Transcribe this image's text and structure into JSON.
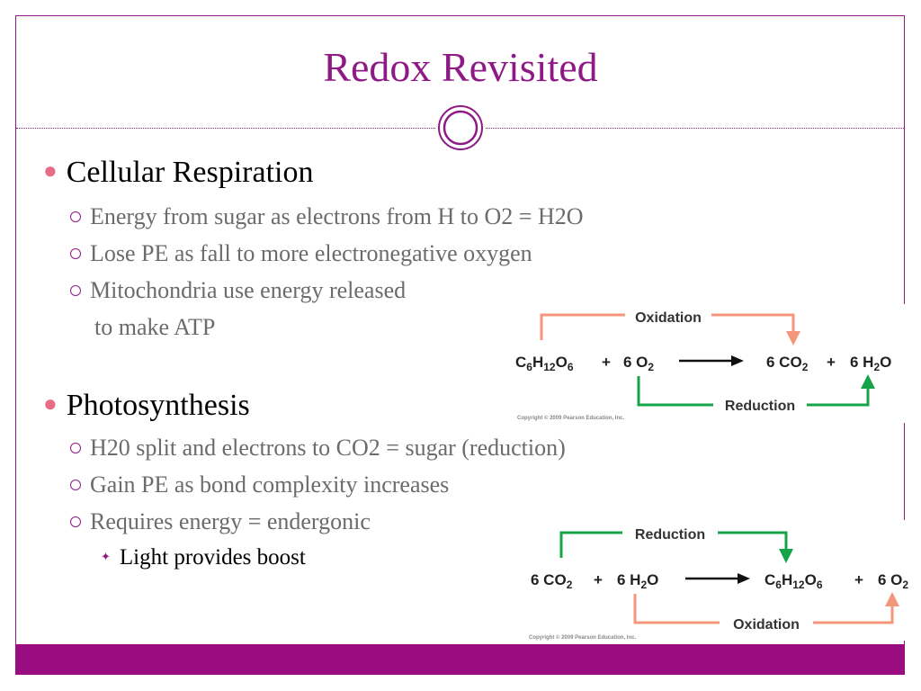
{
  "title": "Redox Revisited",
  "colors": {
    "accent": "#8e1a86",
    "band": "#990d80",
    "bullet": "#e96c86",
    "oxidation_arrow": "#f4967a",
    "reduction_arrow": "#16a34a"
  },
  "sections": [
    {
      "heading": "Cellular Respiration",
      "items": [
        "Energy from sugar as electrons from H to O2 = H2O",
        "Lose PE as fall to more electronegative oxygen",
        "Mitochondria use energy released",
        "to make ATP"
      ]
    },
    {
      "heading": "Photosynthesis",
      "items": [
        "H20 split and electrons to CO2 = sugar (reduction)",
        "Gain PE as bond complexity increases",
        "Requires energy = endergonic"
      ],
      "subitems": [
        "Light provides boost"
      ]
    }
  ],
  "diagram1": {
    "top_label": "Oxidation",
    "bottom_label": "Reduction",
    "reactant1": {
      "base": "C",
      "s1": "6",
      "b2": "H",
      "s2": "12",
      "b3": "O",
      "s3": "6"
    },
    "plus1": "+",
    "reactant2": {
      "coef": "6 O",
      "sub": "2"
    },
    "product1": {
      "coef": "6 CO",
      "sub": "2"
    },
    "plus2": "+",
    "product2": {
      "coef": "6 H",
      "sub": "2",
      "tail": "O"
    },
    "copyright": "Copyright © 2009 Pearson Education, Inc."
  },
  "diagram2": {
    "top_label": "Reduction",
    "bottom_label": "Oxidation",
    "reactant1": {
      "coef": "6 CO",
      "sub": "2"
    },
    "plus1": "+",
    "reactant2": {
      "coef": "6 H",
      "sub": "2",
      "tail": "O"
    },
    "product1": {
      "base": "C",
      "s1": "6",
      "b2": "H",
      "s2": "12",
      "b3": "O",
      "s3": "6"
    },
    "plus2": "+",
    "product2": {
      "coef": "6 O",
      "sub": "2"
    },
    "copyright": "Copyright © 2009 Pearson Education, Inc."
  }
}
